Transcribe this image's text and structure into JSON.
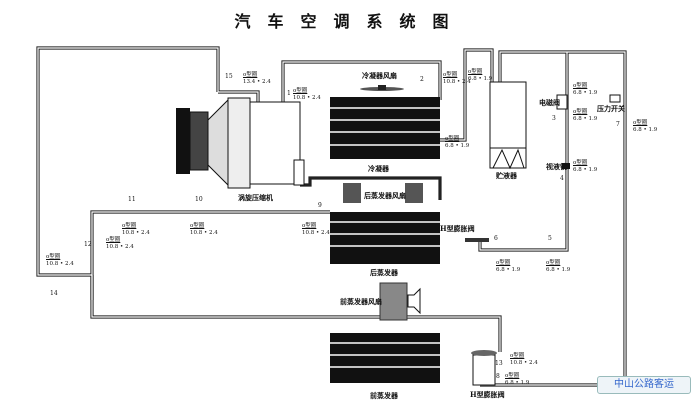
{
  "title": "汽车空调系统图",
  "components": {
    "compressor": "涡旋压缩机",
    "condenser_fan": "冷凝器风扇",
    "condenser": "冷凝器",
    "receiver": "贮液器",
    "solenoid_valve": "电磁阀",
    "sight_glass": "视液镜",
    "pressure_switch": "压力开关",
    "rear_evaporator_fan": "后蒸发器风扇",
    "rear_expansion_valve": "H型膨胀阀",
    "rear_evaporator": "后蒸发器",
    "front_evaporator_fan": "前蒸发器风扇",
    "front_evaporator": "前蒸发器",
    "front_expansion_valve": "H型膨胀阀"
  },
  "oring_label": "o型圈",
  "orings": [
    {
      "num": "15",
      "size": "13.4 • 2.4"
    },
    {
      "num": "1",
      "size": "10.8 • 2.4"
    },
    {
      "num": "2",
      "size": "10.8 • 2.4"
    },
    {
      "num": "",
      "size": "6.8 • 1.9"
    },
    {
      "num": "",
      "size": "6.8 • 1.9"
    },
    {
      "num": "",
      "size": "6.8 • 1.9"
    },
    {
      "num": "3",
      "size": "6.8 • 1.9"
    },
    {
      "num": "7",
      "size": "6.8 • 1.9"
    },
    {
      "num": "4",
      "size": "6.8 • 1.9"
    },
    {
      "num": "11",
      "size": "10.8 • 2.4"
    },
    {
      "num": "10",
      "size": "10.8 • 2.4"
    },
    {
      "num": "9",
      "size": "10.8 • 2.4"
    },
    {
      "num": "12",
      "size": "10.8 • 2.4"
    },
    {
      "num": "14",
      "size": "10.8 • 2.4"
    },
    {
      "num": "6",
      "size": "6.8 • 1.9"
    },
    {
      "num": "5",
      "size": "6.8 • 1.9"
    },
    {
      "num": "13",
      "size": "10.8 • 2.4"
    },
    {
      "num": "8",
      "size": "6.8 • 1.9"
    }
  ],
  "watermark": "中山公路客运"
}
